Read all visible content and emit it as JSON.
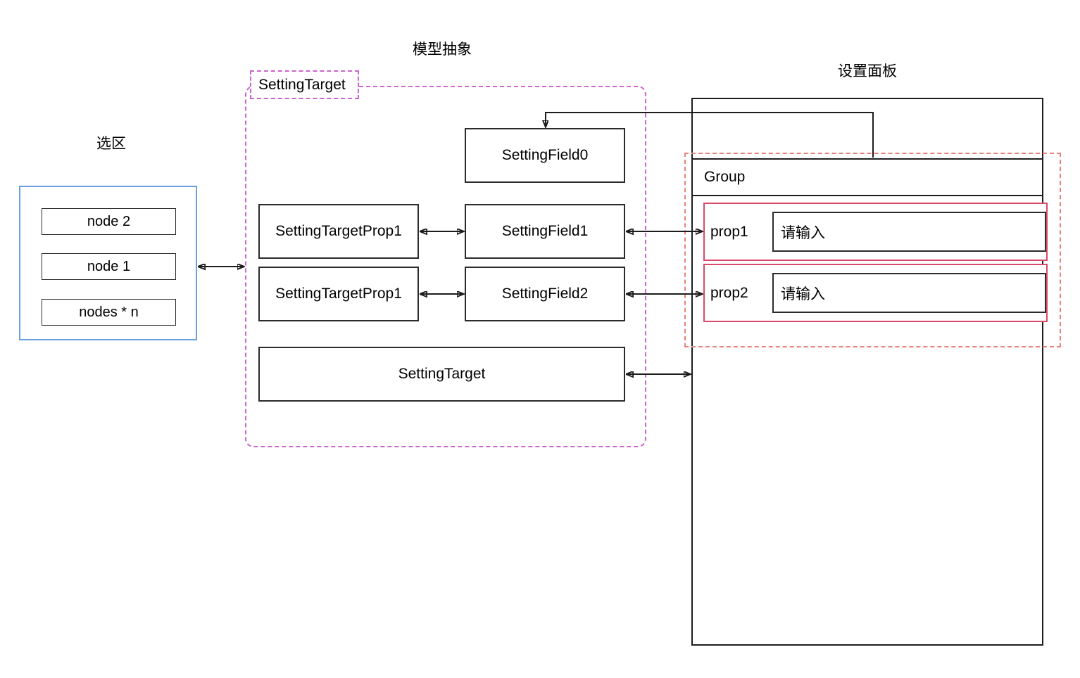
{
  "sections": {
    "selection": {
      "title": "选区"
    },
    "model": {
      "title": "模型抽象",
      "container_label": "SettingTarget"
    },
    "panel": {
      "title": "设置面板"
    }
  },
  "selection": {
    "nodes": [
      {
        "label": "node 2"
      },
      {
        "label": "node 1"
      },
      {
        "label": "nodes * n"
      }
    ]
  },
  "model": {
    "fields": [
      {
        "label": "SettingField0"
      },
      {
        "label": "SettingField1"
      },
      {
        "label": "SettingField2"
      }
    ],
    "props": [
      {
        "label": "SettingTargetProp1"
      },
      {
        "label": "SettingTargetProp1"
      }
    ],
    "target": {
      "label": "SettingTarget"
    }
  },
  "panel": {
    "group": {
      "label": "Group"
    },
    "rows": [
      {
        "label": "prop1",
        "input_value": "请输入"
      },
      {
        "label": "prop2",
        "input_value": "请输入"
      }
    ]
  },
  "colors": {
    "stroke": "#1d1d1d",
    "selection_border": "#6a9fe0",
    "model_dashed": "#cc66cc",
    "panel_dashed": "#e8837a",
    "prop_border": "#d94a6a"
  }
}
